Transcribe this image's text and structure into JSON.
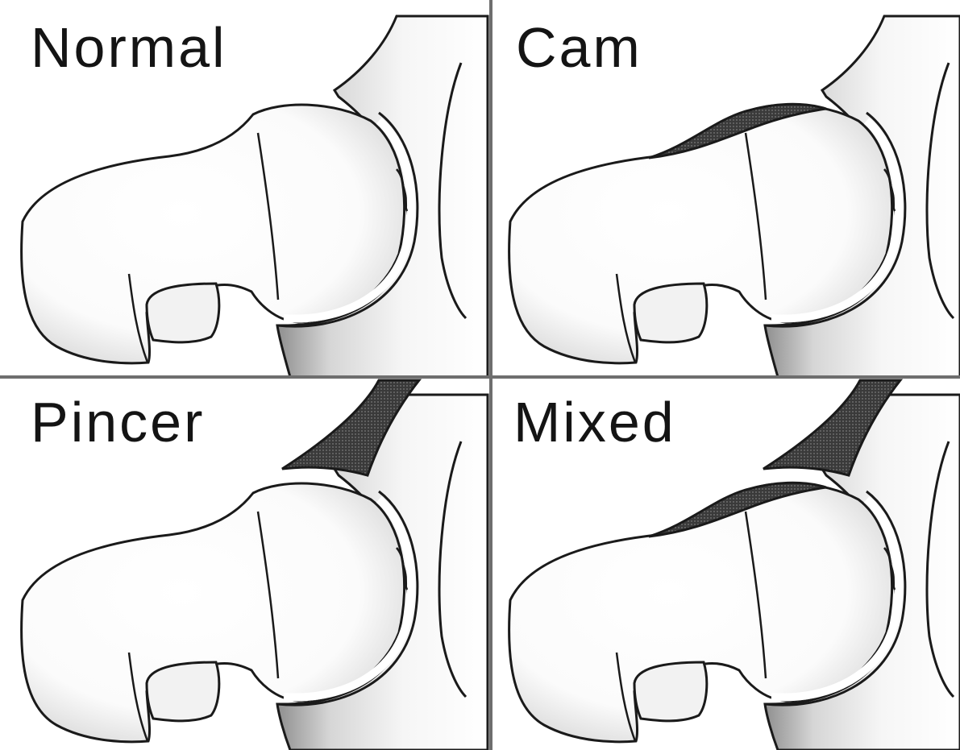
{
  "figure": {
    "panels": [
      {
        "label": "Normal",
        "cam": false,
        "pincer": false
      },
      {
        "label": "Cam",
        "cam": true,
        "pincer": false
      },
      {
        "label": "Pincer",
        "cam": false,
        "pincer": true
      },
      {
        "label": "Mixed",
        "cam": true,
        "pincer": true
      }
    ],
    "colors": {
      "background": "#ffffff",
      "outline": "#1a1a1a",
      "shading": "#555555",
      "deformity": "#2a2a2a",
      "divider": "#6e6e6e"
    }
  }
}
